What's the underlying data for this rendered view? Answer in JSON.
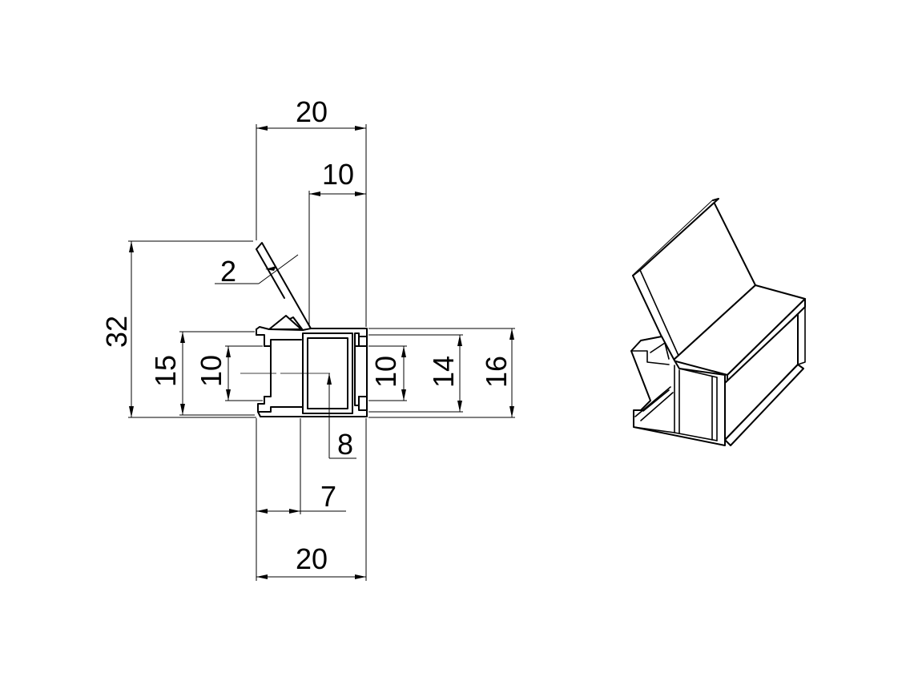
{
  "dimensions": {
    "top_width": "20",
    "top_half": "10",
    "wall": "2",
    "total_height": "32",
    "left_height": "15",
    "left_inner": "10",
    "right_inner": "10",
    "right_middle": "14",
    "right_outer": "16",
    "center_offset": "8",
    "bottom_offset": "7",
    "bottom_width": "20"
  }
}
